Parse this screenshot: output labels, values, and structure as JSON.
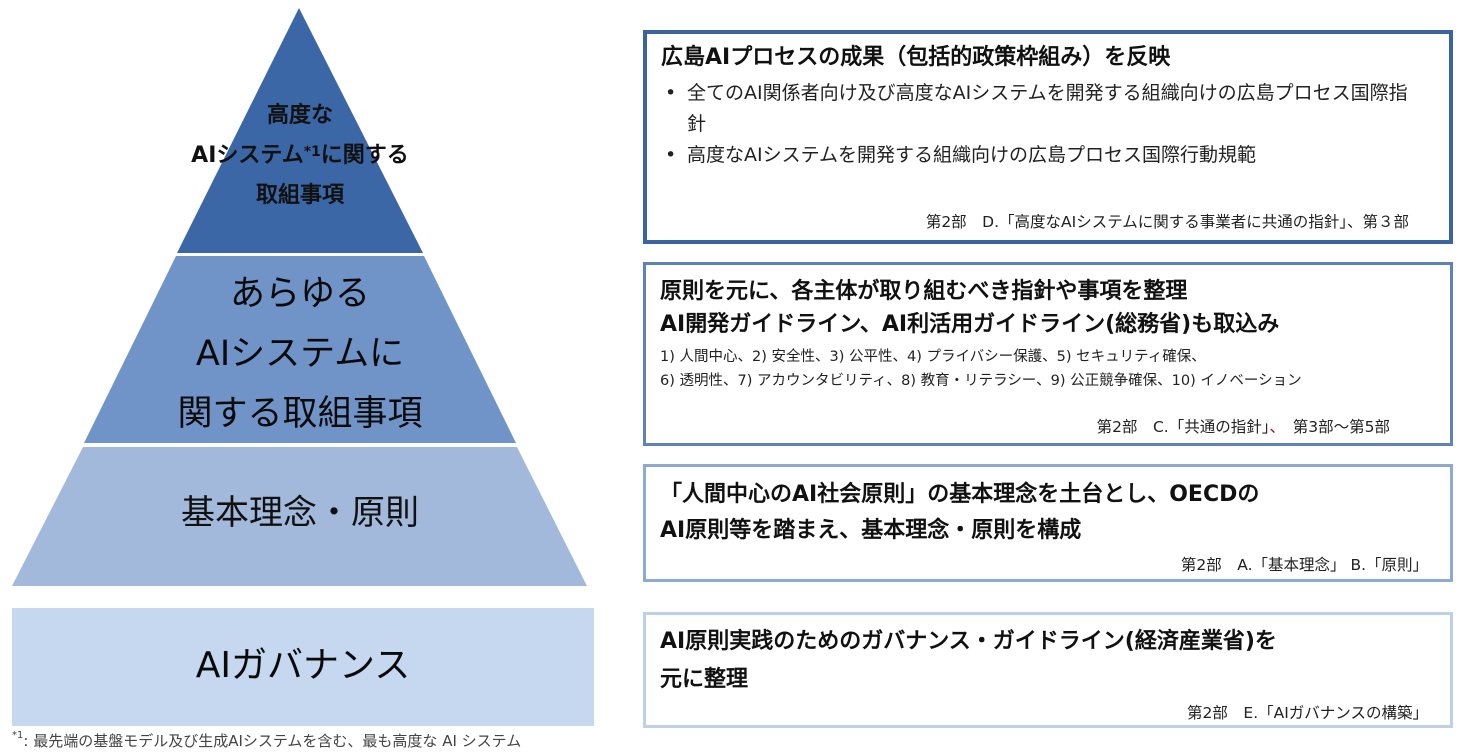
{
  "pyramid": {
    "top_tier": {
      "line1": "高度な",
      "line2": "AIシステム",
      "footnote_mark": "*1",
      "line2_suffix": "に関する",
      "line3": "取組事項",
      "color": "#3c67a6"
    },
    "middle_tier": {
      "line1": "あらゆる",
      "line2": "AIシステムに",
      "line3": "関する取組事項",
      "color": "#7094c8"
    },
    "base_tier": {
      "label": "基本理念・原則",
      "color": "#a3b9dc"
    },
    "governance": {
      "label": "AIガバナンス",
      "color": "#c5d8ef"
    }
  },
  "boxes": [
    {
      "title": "広島AIプロセスの成果（包括的政策枠組み）を反映",
      "bullets": [
        "全てのAI関係者向け及び高度なAIシステムを開発する組織向けの広島プロセス国際指針",
        "高度なAIシステムを開発する組織向けの広島プロセス国際行動規範"
      ],
      "ref": "第2部　D.「高度なAIシステムに関する事業者に共通の指針」、第３部"
    },
    {
      "title_line1": "原則を元に、各主体が取り組むべき指針や事項を整理",
      "title_line2": "AI開発ガイドライン、AI利活用ガイドライン(総務省)も取込み",
      "items_line1": "1) 人間中心、2) 安全性、3) 公平性、4) プライバシー保護、5) セキュリティ確保、",
      "items_line2": "6) 透明性、7) アカウンタビリティ、8) 教育・リテラシー、9) 公正競争確保、10) イノベーション",
      "ref_part1": "第2部　C.「共通の指針」",
      "ref_sep": "、",
      "ref_part2": "　第3部～第5部"
    },
    {
      "title_line1": "「人間中心のAI社会原則」の基本理念を土台とし、OECDの",
      "title_line2": "AI原則等を踏まえ、基本理念・原則を構成",
      "ref": "第2部　A.「基本理念」 B.「原則」"
    },
    {
      "title_line1": "AI原則実践のためのガバナンス・ガイドライン(経済産業省)を",
      "title_line2": "元に整理",
      "ref": "第2部　E.「AIガバナンスの構築」"
    }
  ],
  "footnote": {
    "mark": "*1",
    "text": ": 最先端の基盤モデル及び生成AIシステムを含む、最も高度な AI システム"
  }
}
